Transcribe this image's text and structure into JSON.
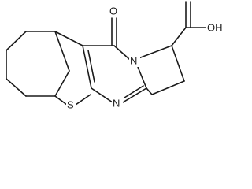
{
  "molecule": {
    "atoms": {
      "oxygen_ketone": "O",
      "nitrogen_ring": "N",
      "nitrogen_imine": "N",
      "sulfur": "S",
      "carboxyl": "OH"
    }
  },
  "colors": {
    "bond": "#1a1a1a",
    "background": "#ffffff"
  }
}
